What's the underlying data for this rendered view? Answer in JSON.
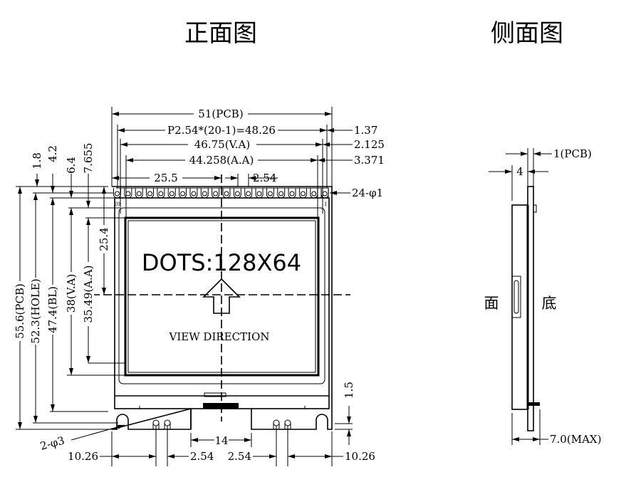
{
  "titles": {
    "front": "正面图",
    "side": "侧面图"
  },
  "front": {
    "width_pcb": "51(PCB)",
    "pitch": "P2.54*(20-1)=48.26",
    "va_width": "46.75(V.A)",
    "aa_width": "44.258(A.A)",
    "pin_offset": "25.5",
    "pin_pitch": "2.54",
    "r_1_37": "1.37",
    "r_2_125": "2.125",
    "r_3_371": "3.371",
    "holes_top": "24-φ1",
    "pin20": "20",
    "pin1": "1",
    "v_1_8": "1.8",
    "v_4_2": "4.2",
    "v_6_4": "6.4",
    "v_7_655": "7.655",
    "h_pcb": "55.6(PCB)",
    "h_hole": "52.3(HOLE)",
    "h_bl": "47.4(BL)",
    "h_va": "38(V.A)",
    "h_aa": "35.49(A.A)",
    "v_25_4": "25.4",
    "dots": "DOTS:128X64",
    "view": "VIEW DIRECTION",
    "v_1_5": "1.5",
    "mount_holes": "2-φ3",
    "notch": "14",
    "b_left": "10.26",
    "b_p1": "2.54",
    "b_p2": "2.54",
    "b_right": "10.26"
  },
  "side": {
    "pcb": "1(PCB)",
    "depth": "4",
    "face": "面",
    "bottom": "底",
    "max": "7.0(MAX)"
  }
}
